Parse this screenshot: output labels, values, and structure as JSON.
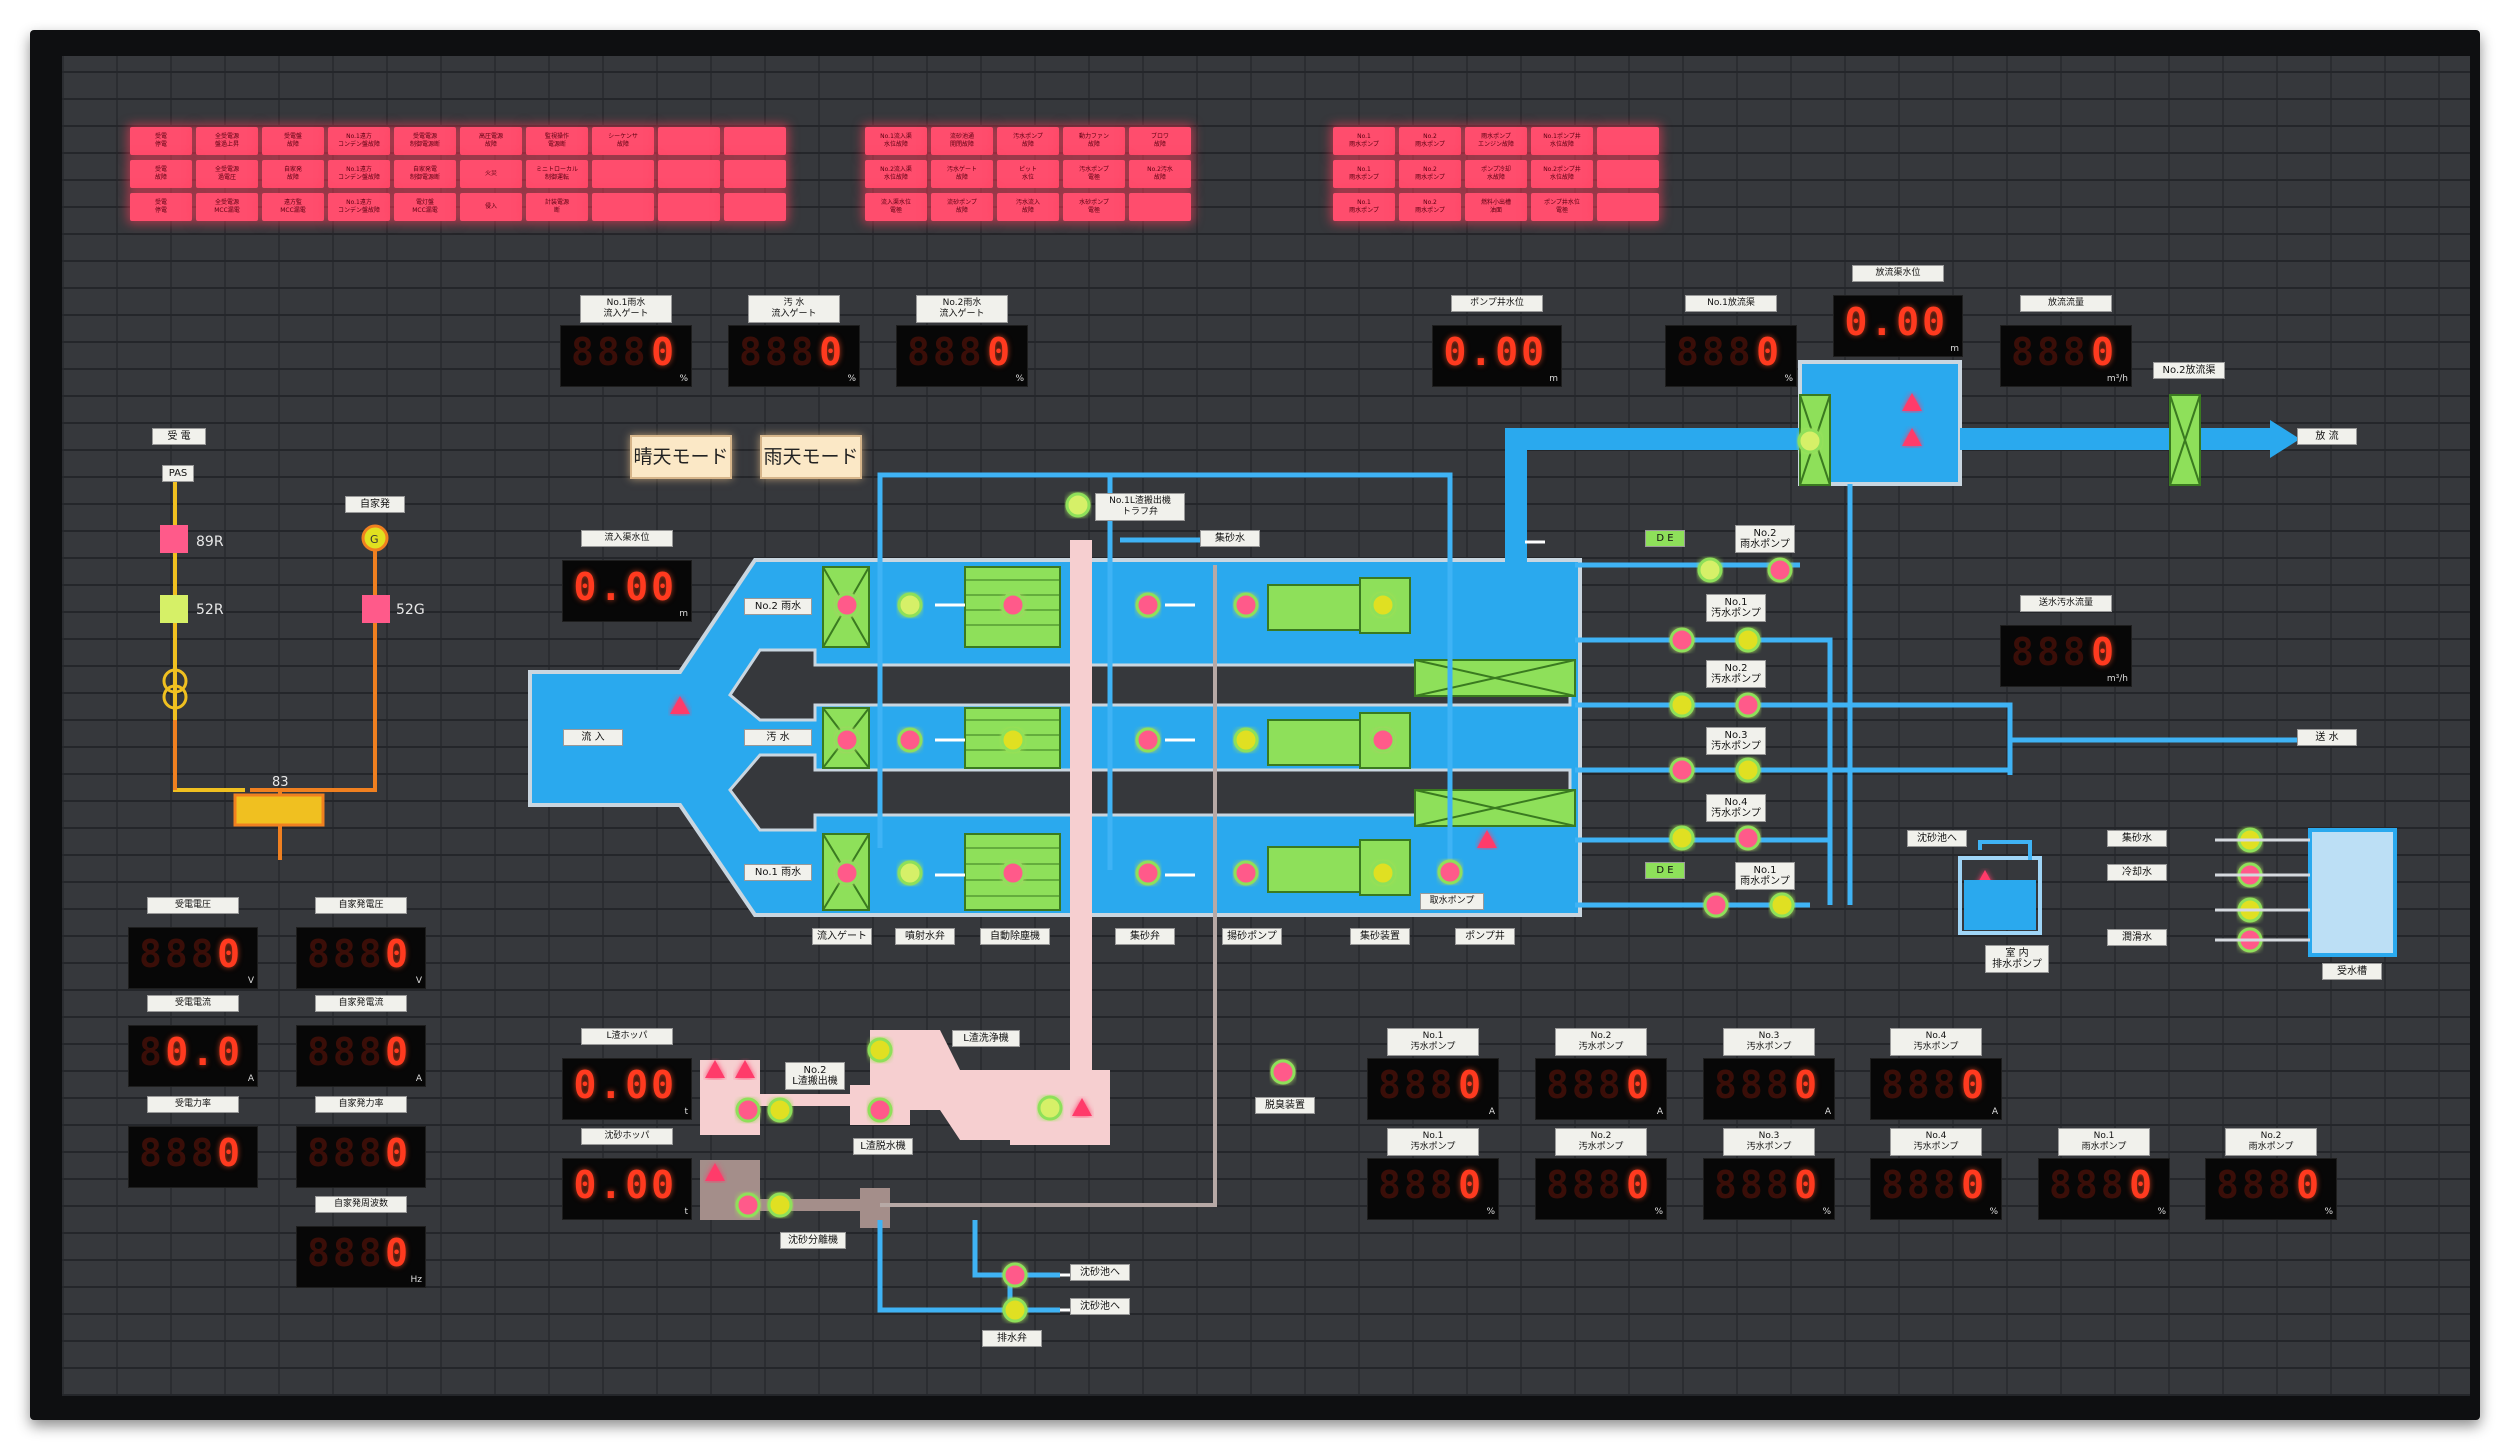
{
  "alarm_lamps": {
    "group1": [
      "受電\n停電",
      "全受電源\n盤過上昇",
      "受電盤\n故障",
      "No.1遠方\nコンデン盤故障",
      "受電電源\n制御電源断",
      "高圧電源\n故障",
      "監視操作\n電源断",
      "シーケンサ\n故障",
      "",
      "",
      "受電\n故障",
      "全受電源\n過電圧",
      "自家発\n故障",
      "No.1遠方\nコンデン盤故障",
      "自家発電\n制御電源断",
      "火災",
      "ミニトローカル\n制御運転",
      "",
      "",
      "",
      "受電\n停電",
      "全受電源\nMCC漏電",
      "遠方監\nMCC漏電",
      "No.1遠方\nコンデン盤故障",
      "電灯盤\nMCC漏電",
      "侵入",
      "計装電源\n断",
      "",
      "",
      ""
    ],
    "group2": [
      "No.1流入渠\n水位故障",
      "流砂池通\n開閉故障",
      "汚水ポンプ\n故障",
      "動力ファン\n故障",
      "ブロワ\n故障",
      "No.2流入渠\n水位故障",
      "汚水ゲート\n故障",
      "ピット\n水位",
      "汚水ポンプ\n電極",
      "No.2汚水\n故障",
      "流入渠水位\n電極",
      "流砂ポンプ\n故障",
      "汚水流入\n故障",
      "水砂ポンプ\n電極",
      ""
    ],
    "group3": [
      "No.1\n雨水ポンプ",
      "No.2\n雨水ポンプ",
      "雨水ポンプ\nエンジン故障",
      "No.1ポンプ井\n水位故障",
      "",
      "No.1\n雨水ポンプ",
      "No.2\n雨水ポンプ",
      "ポンプ冷却\n水故障",
      "No.2ポンプ井\n水位故障",
      "",
      "No.1\n雨水ポンプ",
      "No.2\n雨水ポンプ",
      "燃料小出槽\n油面",
      "ポンプ井水位\n電極",
      ""
    ]
  },
  "modes": {
    "fair": "晴天モード",
    "rain": "雨天モード"
  },
  "indicators": {
    "no1_rain_gate": {
      "label": "No.1雨水\n流入ゲート",
      "value": "0",
      "ghost": "888",
      "unit": "%"
    },
    "sewage_gate": {
      "label": "汚 水\n流入ゲート",
      "value": "0",
      "ghost": "888",
      "unit": "%"
    },
    "no2_rain_gate": {
      "label": "No.2雨水\n流入ゲート",
      "value": "0",
      "ghost": "888",
      "unit": "%"
    },
    "pump_well_level": {
      "label": "ポンプ井水位",
      "value": "0.00",
      "ghost": "",
      "unit": "m"
    },
    "no1_discharge": {
      "label": "No.1放流渠",
      "value": "0",
      "ghost": "888",
      "unit": "%"
    },
    "discharge_level": {
      "label": "放流渠水位",
      "value": "0.00",
      "ghost": "",
      "unit": "m"
    },
    "discharge_flow": {
      "label": "放流流量",
      "value": "0",
      "ghost": "888",
      "unit": "m³/h"
    },
    "inflow_level": {
      "label": "流入渠水位",
      "value": "0.00",
      "ghost": "",
      "unit": "m"
    },
    "sent_sewage_flow": {
      "label": "送水汚水流量",
      "value": "0",
      "ghost": "888",
      "unit": "m³/h"
    },
    "recv_voltage": {
      "label": "受電電圧",
      "value": "0",
      "ghost": "888",
      "unit": "V"
    },
    "gen_voltage": {
      "label": "自家発電圧",
      "value": "0",
      "ghost": "888",
      "unit": "V"
    },
    "recv_current": {
      "label": "受電電流",
      "value": "0.0",
      "ghost": "88",
      "unit": "A"
    },
    "gen_current": {
      "label": "自家発電流",
      "value": "0",
      "ghost": "888",
      "unit": "A"
    },
    "recv_pf": {
      "label": "受電力率",
      "value": "0",
      "ghost": "888",
      "unit": ""
    },
    "gen_pf": {
      "label": "自家発力率",
      "value": "0",
      "ghost": "888",
      "unit": ""
    },
    "gen_freq": {
      "label": "自家発周波数",
      "value": "0",
      "ghost": "888",
      "unit": "Hz"
    },
    "l_hopper": {
      "label": "L渣ホッパ",
      "value": "0.00",
      "ghost": "",
      "unit": "t"
    },
    "sand_hopper": {
      "label": "沈砂ホッパ",
      "value": "0.00",
      "ghost": "",
      "unit": "t"
    }
  },
  "pump_indicators": [
    {
      "label": "No.1\n汚水ポンプ",
      "value": "0",
      "ghost": "888",
      "unit": "A"
    },
    {
      "label": "No.2\n汚水ポンプ",
      "value": "0",
      "ghost": "888",
      "unit": "A"
    },
    {
      "label": "No.3\n汚水ポンプ",
      "value": "0",
      "ghost": "888",
      "unit": "A"
    },
    {
      "label": "No.4\n汚水ポンプ",
      "value": "0",
      "ghost": "888",
      "unit": "A"
    },
    {
      "label": "No.1\n汚水ポンプ",
      "value": "0",
      "ghost": "888",
      "unit": "%"
    },
    {
      "label": "No.2\n汚水ポンプ",
      "value": "0",
      "ghost": "888",
      "unit": "%"
    },
    {
      "label": "No.3\n汚水ポンプ",
      "value": "0",
      "ghost": "888",
      "unit": "%"
    },
    {
      "label": "No.4\n汚水ポンプ",
      "value": "0",
      "ghost": "888",
      "unit": "%"
    },
    {
      "label": "No.1\n雨水ポンプ",
      "value": "0",
      "ghost": "888",
      "unit": "%"
    },
    {
      "label": "No.2\n雨水ポンプ",
      "value": "0",
      "ghost": "888",
      "unit": "%"
    }
  ],
  "power": {
    "title": "受 電",
    "pas": "PAS",
    "r89": "89R",
    "r52": "52R",
    "gen": "自家発",
    "g52": "52G",
    "g_symbol": "G",
    "n83": "83"
  },
  "flow_labels": {
    "inflow": "流 入",
    "no2_rain": "No.2 雨水",
    "sewage": "汚 水",
    "no1_rain": "No.1 雨水",
    "discharge": "放 流",
    "no2_discharge": "No.2放流渠",
    "send": "送 水",
    "grit_water": "集砂水",
    "l_trough": "No.1L渣搬出機\nトラフ弁",
    "pump_pit": "取水ポンプ"
  },
  "bottom_labels": [
    "流入ゲート",
    "噴射水弁",
    "自動除塵機",
    "集砂弁",
    "揚砂ポンプ",
    "集砂装置",
    "ポンプ井"
  ],
  "pump_labels": {
    "no2_rain": "No.2\n雨水ポンプ",
    "no1_sew": "No.1\n汚水ポンプ",
    "no2_sew": "No.2\n汚水ポンプ",
    "no3_sew": "No.3\n汚水ポンプ",
    "no4_sew": "No.4\n汚水ポンプ",
    "no1_rain": "No.1\n雨水ポンプ",
    "de": "D E"
  },
  "lower": {
    "l_wash": "L渣洗浄機",
    "l_conveyor": "No.2\nL渣搬出機",
    "l_dewater": "L渣脱水機",
    "sand_separator": "沈砂分離機",
    "drain_valve": "排水弁",
    "to_grit1": "沈砂池へ",
    "to_grit2": "沈砂池へ",
    "deodor": "脱臭装置",
    "sump_to": "沈砂池へ",
    "sump_pump": "室 内\n排水ポンプ",
    "grit_w": "集砂水",
    "cool_w": "冷却水",
    "seal_w": "潤滑水",
    "tank": "受水槽"
  }
}
